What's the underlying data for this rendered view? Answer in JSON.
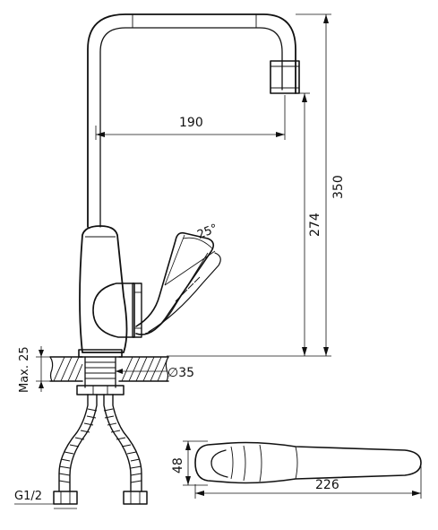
{
  "dimensions": {
    "spout_reach": "190",
    "total_height": "350",
    "spout_height": "274",
    "lever_angle": "25°",
    "hole_diameter": "∅35",
    "max_deck_thickness": "Max. 25",
    "connection_thread": "G1/2",
    "lever_depth": "48",
    "lever_length": "226"
  },
  "colors": {
    "line": "#111111",
    "background": "#ffffff"
  }
}
